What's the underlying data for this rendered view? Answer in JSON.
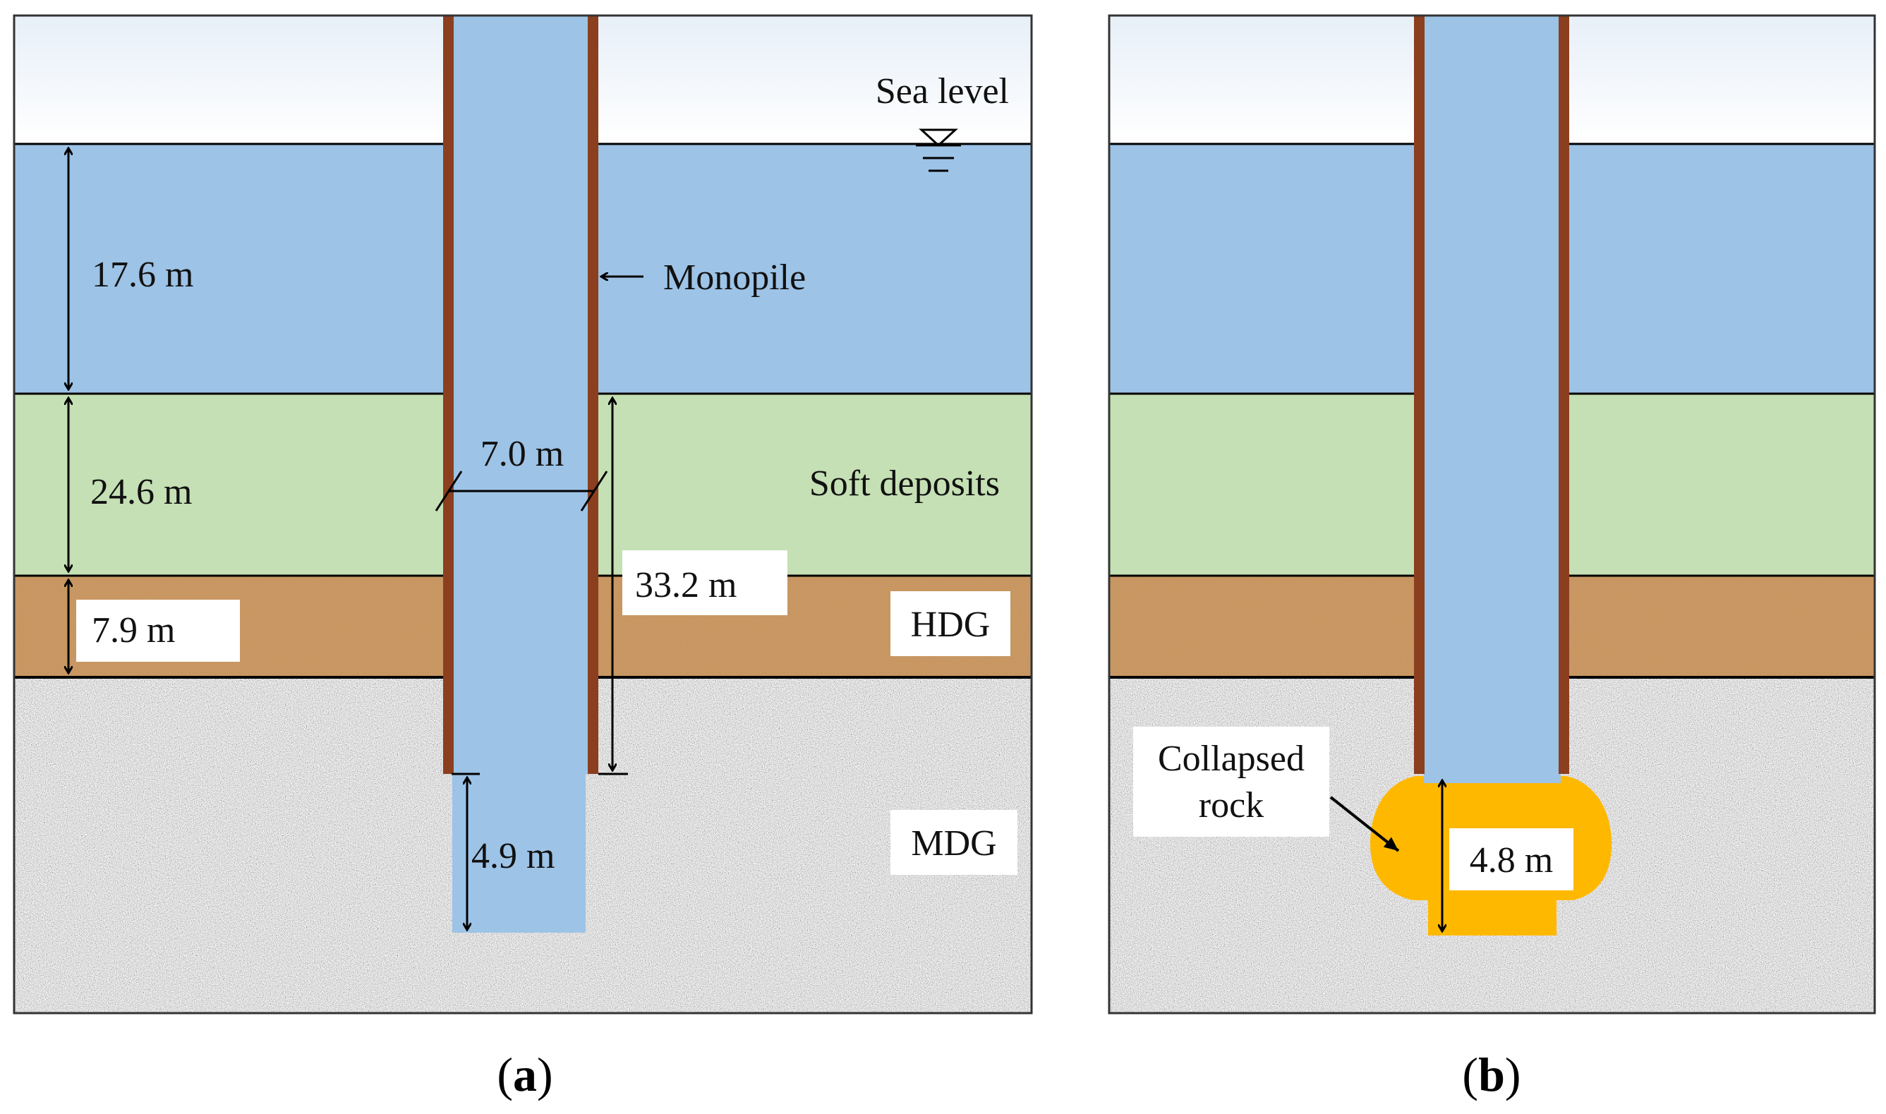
{
  "panel_a": {
    "sea_level": "Sea level",
    "monopile": "Monopile",
    "soft_deposits": "Soft deposits",
    "hdg": "HDG",
    "mdg": "MDG",
    "dim_water": "17.6 m",
    "dim_soft": "24.6 m",
    "dim_hdg": "7.9 m",
    "dim_diameter": "7.0 m",
    "dim_embed": "33.2 m",
    "dim_socket": "4.9 m",
    "caption_open": "(",
    "caption_letter": "a",
    "caption_close": ")"
  },
  "panel_b": {
    "collapsed_line1": "Collapsed",
    "collapsed_line2": "rock",
    "dim_socket": "4.8 m",
    "caption_open": "(",
    "caption_letter": "b",
    "caption_close": ")"
  },
  "colors": {
    "sky": "#f4f8fc",
    "water": "#9dc3e6",
    "soft": "#c5e0b4",
    "hdg": "#b5814f",
    "mdg": "#b9b9b9",
    "pile_wall": "#8b3f1f",
    "collapsed_rock": "#ffb800"
  }
}
